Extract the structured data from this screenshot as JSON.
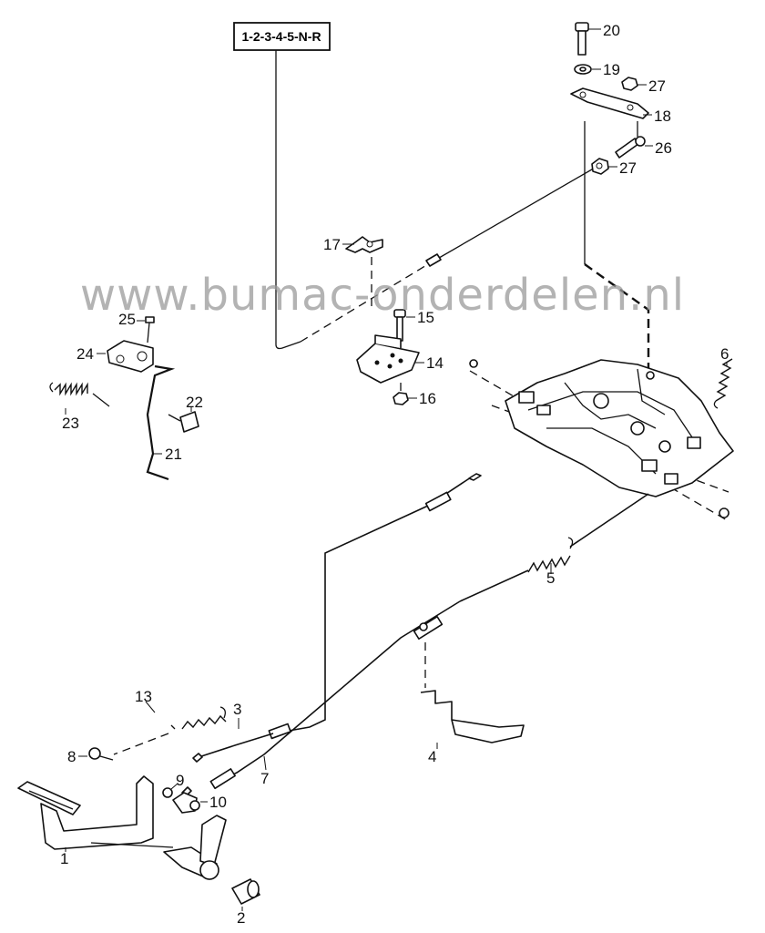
{
  "gear_selector": {
    "label": "1-2-3-4-5-N-R"
  },
  "watermark": {
    "text": "www.bumac-onderdelen.nl"
  },
  "callouts": {
    "p1": "1",
    "p2": "2",
    "p3": "3",
    "p4": "4",
    "p5": "5",
    "p6": "6",
    "p7": "7",
    "p8": "8",
    "p9": "9",
    "p10": "10",
    "p13": "13",
    "p14": "14",
    "p15": "15",
    "p16": "16",
    "p17": "17",
    "p18": "18",
    "p19": "19",
    "p20": "20",
    "p21": "21",
    "p22": "22",
    "p23": "23",
    "p24": "24",
    "p25": "25",
    "p26": "26",
    "p27a": "27",
    "p27b": "27"
  }
}
